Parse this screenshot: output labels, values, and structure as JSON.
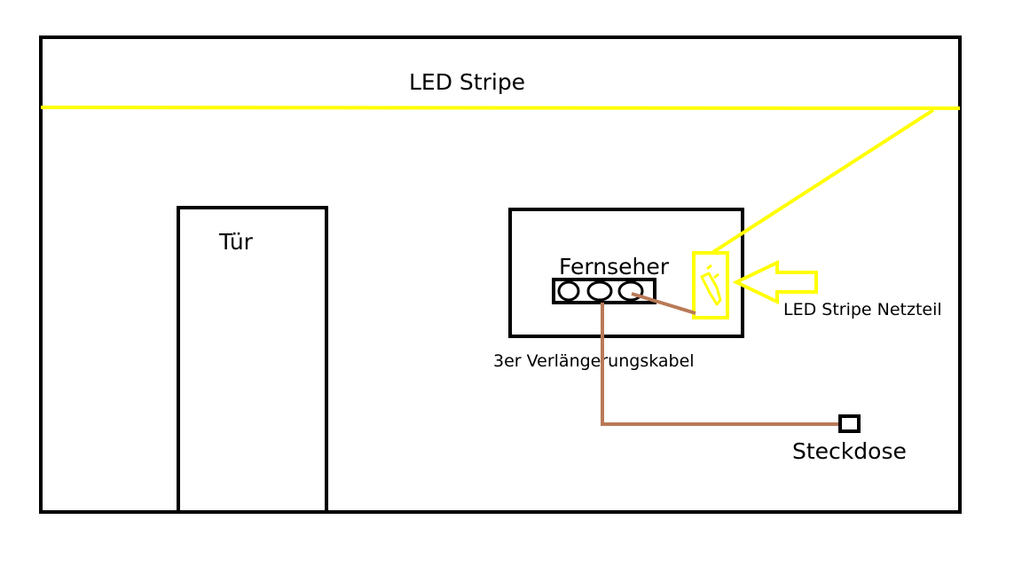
{
  "labels": {
    "led_stripe": "LED Stripe",
    "door": "Tür",
    "tv": "Fernseher",
    "power_supply": "LED Stripe Netzteil",
    "extension_cable": "3er Verlängerungskabel",
    "socket": "Steckdose"
  },
  "colors": {
    "outline": "#000000",
    "led_stripe": "#ffff00",
    "cable": "#b97a57",
    "background": "#ffffff"
  }
}
